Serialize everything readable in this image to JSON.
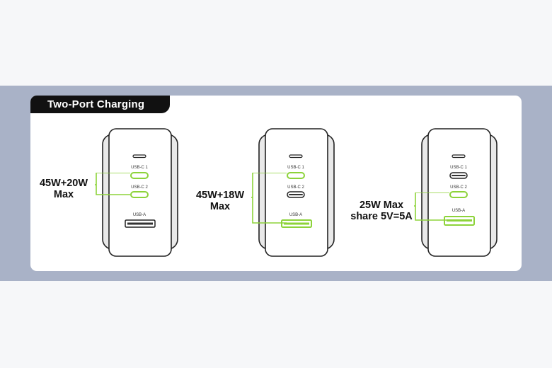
{
  "title": "Two-Port Charging",
  "colors": {
    "accent_green": "#8dd33a",
    "dark": "#111111",
    "band": "#a9b2c7"
  },
  "chargers": [
    {
      "ports": [
        "USB-C 1",
        "USB-C 2",
        "USB-A"
      ],
      "active": [
        true,
        true,
        false
      ],
      "callout_line1": "45W+20W",
      "callout_line2": "Max"
    },
    {
      "ports": [
        "USB-C 1",
        "USB-C 2",
        "USB-A"
      ],
      "active": [
        true,
        false,
        true
      ],
      "callout_line1": "45W+18W",
      "callout_line2": "Max"
    },
    {
      "ports": [
        "USB-C 1",
        "USB-C 2",
        "USB-A"
      ],
      "active": [
        false,
        true,
        true
      ],
      "callout_line1": "25W Max",
      "callout_line2": "share 5V=5A"
    }
  ]
}
